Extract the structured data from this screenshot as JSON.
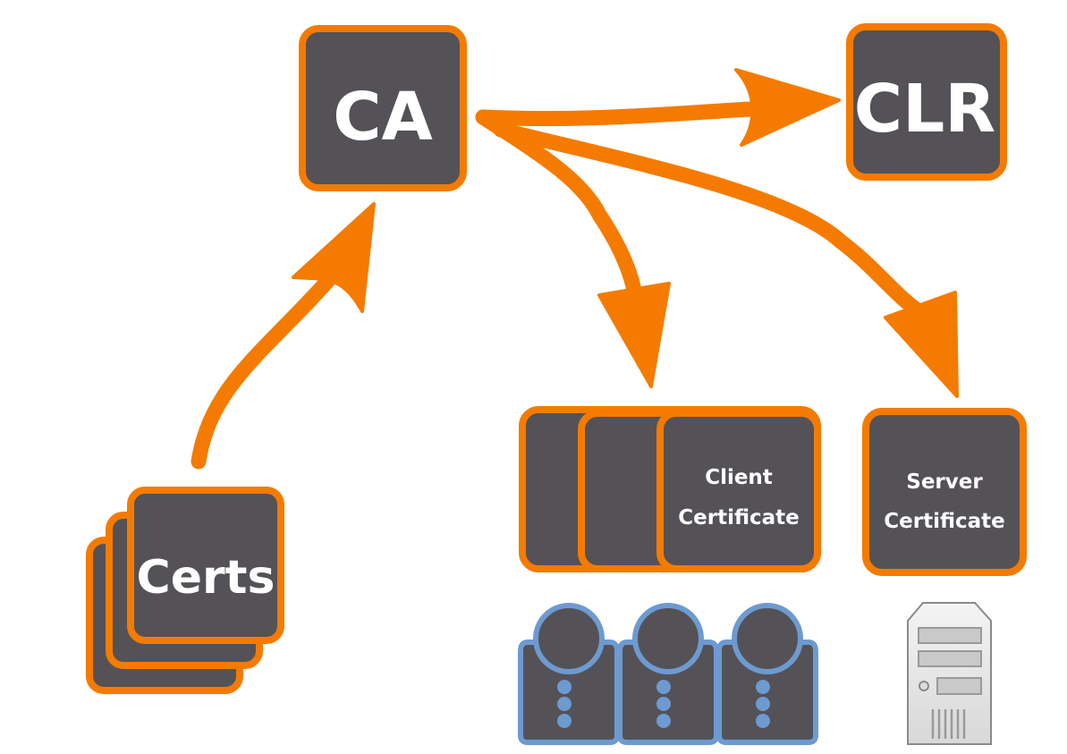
{
  "diagram": {
    "title": "PKI certificate flow",
    "colors": {
      "accent": "#f47b00",
      "box_fill": "#545257",
      "text": "#ffffff",
      "user_outline": "#6d9ad0",
      "background": "#ffffff"
    },
    "nodes": {
      "ca": {
        "label": "CA"
      },
      "clr": {
        "label": "CLR"
      },
      "certs": {
        "label": "Certs",
        "stack_count": 3
      },
      "client_certificate": {
        "line1": "Client",
        "line2": "Certificate",
        "stack_count": 3
      },
      "server_certificate": {
        "line1": "Server",
        "line2": "Certificate"
      }
    },
    "edges": [
      {
        "from": "Certs",
        "to": "CA"
      },
      {
        "from": "CA",
        "to": "CLR"
      },
      {
        "from": "CA",
        "to": "Client Certificate"
      },
      {
        "from": "CA",
        "to": "Server Certificate"
      }
    ],
    "icons": {
      "users": {
        "name": "user-icon",
        "count": 3
      },
      "server": {
        "name": "server-tower-icon"
      }
    }
  }
}
